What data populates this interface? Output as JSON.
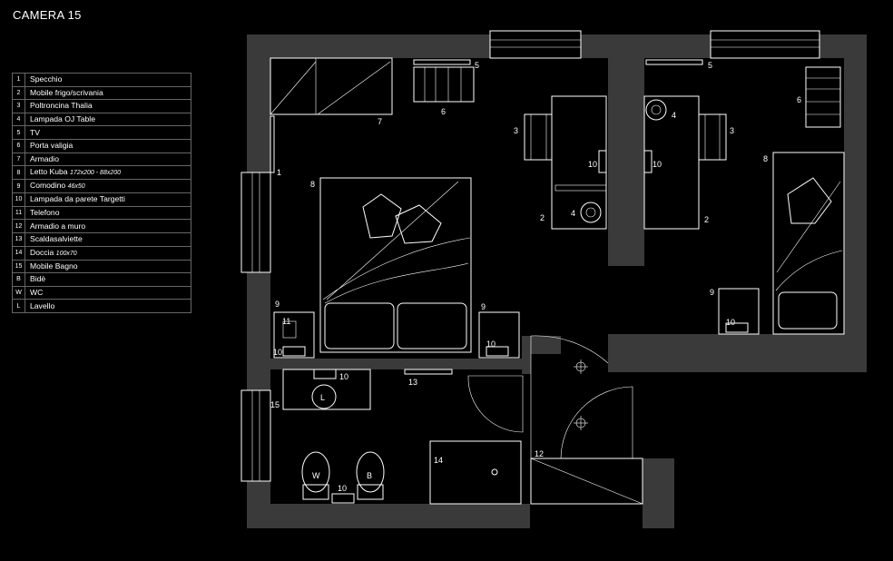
{
  "title": "CAMERA 15",
  "legend": [
    {
      "key": "1",
      "label": "Specchio",
      "note": ""
    },
    {
      "key": "2",
      "label": "Mobile frigo/scrivania",
      "note": ""
    },
    {
      "key": "3",
      "label": "Poltroncina Thalia",
      "note": ""
    },
    {
      "key": "4",
      "label": "Lampada OJ Table",
      "note": ""
    },
    {
      "key": "5",
      "label": "TV",
      "note": ""
    },
    {
      "key": "6",
      "label": "Porta valigia",
      "note": ""
    },
    {
      "key": "7",
      "label": "Armadio",
      "note": ""
    },
    {
      "key": "8",
      "label": "Letto Kuba",
      "note": "172x200  -  88x200"
    },
    {
      "key": "9",
      "label": "Comodino",
      "note": "46x50"
    },
    {
      "key": "10",
      "label": "Lampada da parete  Targetti",
      "note": ""
    },
    {
      "key": "11",
      "label": "Telefono",
      "note": ""
    },
    {
      "key": "12",
      "label": "Armadio a muro",
      "note": ""
    },
    {
      "key": "13",
      "label": "Scaldasalviette",
      "note": ""
    },
    {
      "key": "14",
      "label": "Doccia",
      "note": "100x70"
    },
    {
      "key": "15",
      "label": "Mobile Bagno",
      "note": ""
    },
    {
      "key": "B",
      "label": "Bidè",
      "note": ""
    },
    {
      "key": "W",
      "label": "WC",
      "note": ""
    },
    {
      "key": "L",
      "label": "Lavello",
      "note": ""
    }
  ],
  "plan_tags": {
    "specchio": "1",
    "mobile_frigo": "2",
    "poltroncina": "3",
    "lampada_oj": "4",
    "tv": "5",
    "porta_valigia": "6",
    "armadio": "7",
    "letto": "8",
    "comodino": "9",
    "lampada_parete": "10",
    "telefono": "11",
    "armadio_muro": "12",
    "scaldasalviette": "13",
    "doccia": "14",
    "mobile_bagno": "15",
    "bide": "B",
    "wc": "W",
    "lavello": "L"
  }
}
